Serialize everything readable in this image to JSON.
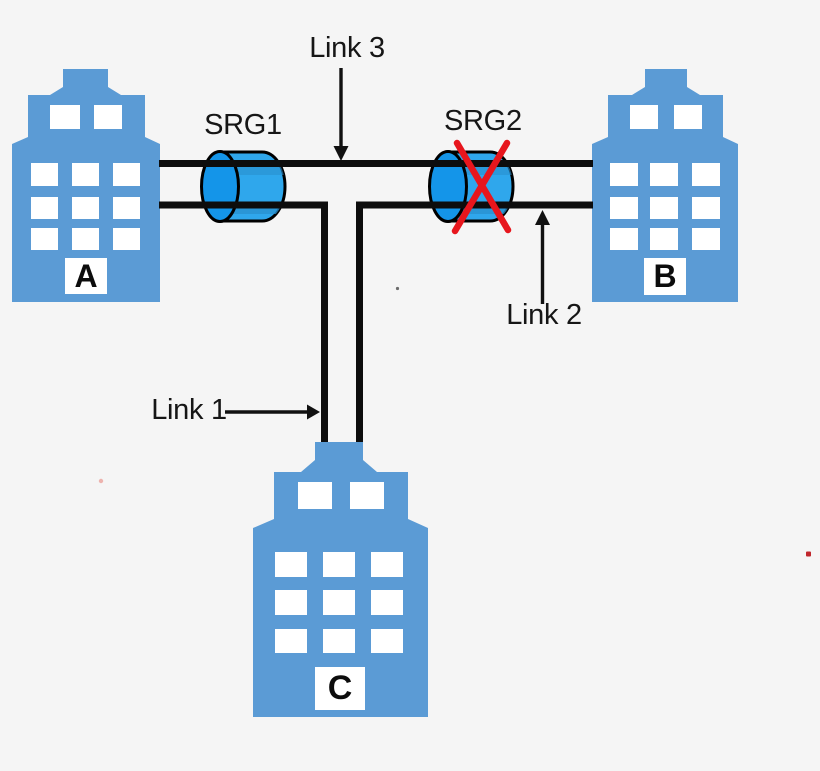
{
  "diagram": {
    "type": "network-topology",
    "background_color": "#f5f5f5",
    "colors": {
      "building_fill": "#5b9bd5",
      "window_fill": "#ffffff",
      "link_line": "#0d0d0d",
      "srg_cylinder_body": "#2fa7ec",
      "srg_cylinder_face": "#1495e9",
      "srg_cylinder_shade": "#2a90cf",
      "failure_cross": "#e7161d",
      "label_text": "#161616"
    },
    "buildings": [
      {
        "id": "A",
        "label": "A"
      },
      {
        "id": "B",
        "label": "B"
      },
      {
        "id": "C",
        "label": "C"
      }
    ],
    "links": [
      {
        "id": "link-1",
        "label": "Link 1",
        "endpoints": "A-C"
      },
      {
        "id": "link-2",
        "label": "Link 2",
        "endpoints": "B-C"
      },
      {
        "id": "link-3",
        "label": "Link 3",
        "endpoints": "A-B"
      }
    ],
    "srgs": [
      {
        "id": "srg-1",
        "label": "SRG1",
        "failed": false
      },
      {
        "id": "srg-2",
        "label": "SRG2",
        "failed": true
      }
    ]
  }
}
